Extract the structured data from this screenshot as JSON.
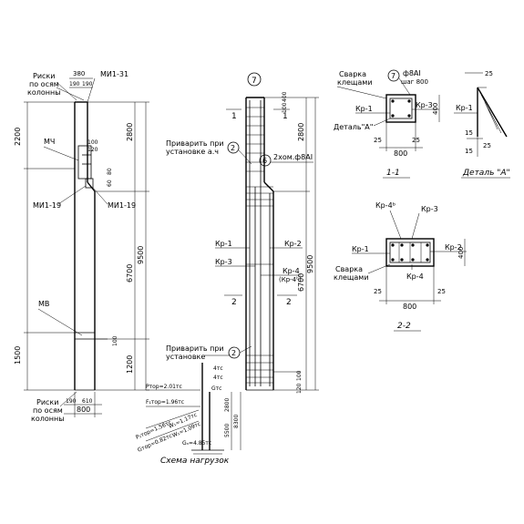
{
  "left_view": {
    "riski_top": [
      "Риски",
      "по осям",
      "колонны"
    ],
    "dim_top_380": "380",
    "mark_mi31": "МИ1-31",
    "dim_190a": "190",
    "dim_190b": "190",
    "dim_2200": "2200",
    "dim_2800": "2800",
    "mark_mch": "МЧ",
    "dim_100": "100",
    "dim_120": "120",
    "dim_80": "80",
    "dim_60": "60",
    "mark_mi19_left": "МИ1-19",
    "mark_mi19_right": "МИ1-19",
    "dim_9500": "9500",
    "dim_6700": "6700",
    "mark_mv": "МВ",
    "dim_1500": "1500",
    "dim_1200": "1200",
    "dim_100b": "100",
    "riski_bottom": [
      "Риски",
      "по осям",
      "колонны"
    ],
    "dim_190c": "190",
    "dim_610": "610",
    "dim_800": "800"
  },
  "center_view": {
    "marker_7": "7",
    "dim_400": "400",
    "dim_100top": "100",
    "zone_1a": "1",
    "zone_1b": "1",
    "dim_2800": "2800",
    "privarit_top": [
      "Приварить при",
      "установке а.ч"
    ],
    "marker_2_top": "2",
    "marker_6": "6",
    "note_2hom": "2хом.ф8АІ",
    "kr1": "Кр-1",
    "kr2": "Кр-2",
    "kr3": "Кр-3",
    "kr4": "Кр-4",
    "kr4b": "(Кр-4ᵇ)",
    "dim_9500": "9500",
    "dim_6700": "6700",
    "zone_2a": "2",
    "zone_2b": "2",
    "marker_2_bottom": "2",
    "privarit_bottom": [
      "Приварить при",
      "установке"
    ],
    "dim_100bot": "100",
    "dim_120bot": "120"
  },
  "scheme": {
    "title": "Схема нагрузок",
    "labels": [
      "Pтор=2.01тс",
      "F₁тор=1.96тс",
      "P₁тор=1.56тс",
      "Gтор=0.82тс",
      "W₁=1.17тс",
      "W₁=1.09тс",
      "Gₙ=4.85тс",
      "5500",
      "2800",
      "8300",
      "4тс",
      "4тс",
      "Gтс"
    ]
  },
  "section_11": {
    "svarka": [
      "Сварка",
      "клещами"
    ],
    "marker_7": "7",
    "note_f8": "ф8АІ",
    "note_shag": "шаг 800",
    "kr1": "Кр-1",
    "kr3": "Кр-3",
    "detal_a": "Деталь\"А\"",
    "dim_400": "400",
    "dim_25a": "25",
    "dim_25b": "25",
    "dim_800": "800",
    "title": "1-1"
  },
  "detail_a": {
    "dim_25": "25",
    "kr1": "Кр-1",
    "dim_15a": "15",
    "dim_15b": "15",
    "dim_25b": "25",
    "title": "Деталь \"А\""
  },
  "section_22": {
    "kr4v": "Кр-4ᵇ",
    "kr3": "Кр-3",
    "kr1": "Кр-1",
    "kr2": "Кр-2",
    "dim_400": "400",
    "svarka": [
      "Сварка",
      "клещами"
    ],
    "kr4": "Кр-4",
    "dim_25a": "25",
    "dim_25b": "25",
    "dim_800": "800",
    "title": "2-2"
  }
}
